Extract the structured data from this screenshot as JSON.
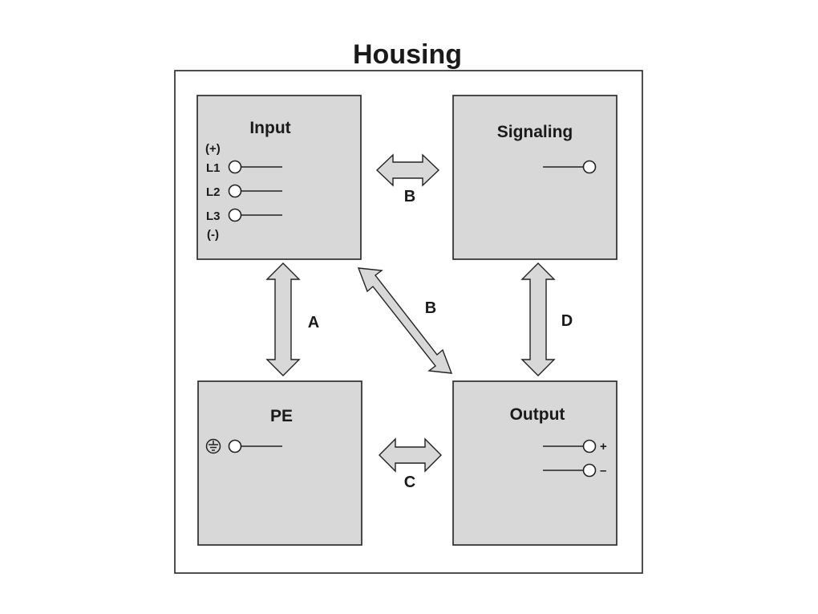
{
  "title": "Housing",
  "blocks": {
    "input": {
      "title": "Input",
      "pins": [
        "(+)",
        "L1",
        "L2",
        "L3",
        "(-)"
      ]
    },
    "signaling": {
      "title": "Signaling"
    },
    "pe": {
      "title": "PE",
      "ground_icon": "ground-symbol-icon"
    },
    "output": {
      "title": "Output",
      "pins": [
        "+",
        "–"
      ]
    }
  },
  "connections": {
    "input_signaling": "B",
    "input_output": "B",
    "input_pe": "A",
    "signaling_output": "D",
    "pe_output": "C"
  },
  "colors": {
    "block_fill": "#d8d8d8",
    "stroke": "#222222"
  }
}
